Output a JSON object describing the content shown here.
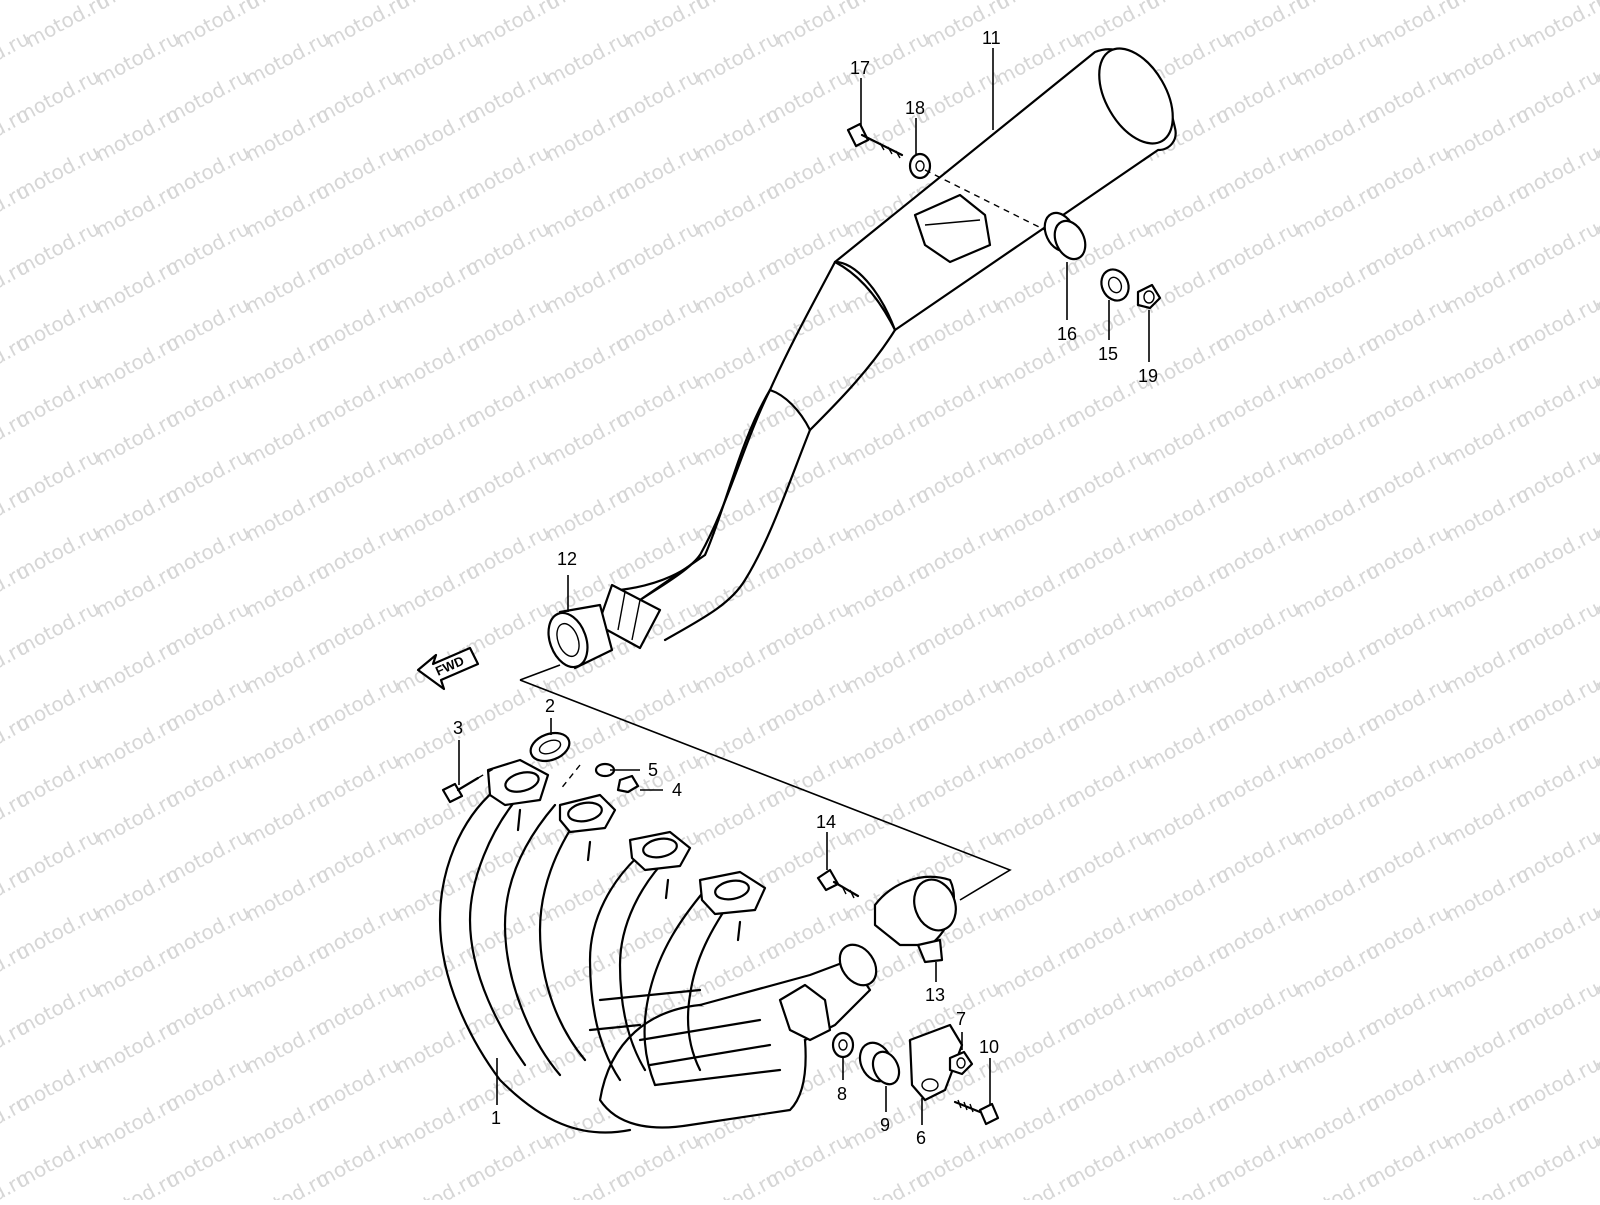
{
  "watermark": {
    "text": "motod.ru"
  },
  "direction_indicator": {
    "text": "FWD"
  },
  "callouts": [
    {
      "id": "1",
      "text": "1"
    },
    {
      "id": "2",
      "text": "2"
    },
    {
      "id": "3",
      "text": "3"
    },
    {
      "id": "4",
      "text": "4"
    },
    {
      "id": "5",
      "text": "5"
    },
    {
      "id": "6",
      "text": "6"
    },
    {
      "id": "7",
      "text": "7"
    },
    {
      "id": "8",
      "text": "8"
    },
    {
      "id": "9",
      "text": "9"
    },
    {
      "id": "10",
      "text": "10"
    },
    {
      "id": "11",
      "text": "11"
    },
    {
      "id": "12",
      "text": "12"
    },
    {
      "id": "13",
      "text": "13"
    },
    {
      "id": "14",
      "text": "14"
    },
    {
      "id": "15",
      "text": "15"
    },
    {
      "id": "16",
      "text": "16"
    },
    {
      "id": "17",
      "text": "17"
    },
    {
      "id": "18",
      "text": "18"
    },
    {
      "id": "19",
      "text": "19"
    }
  ]
}
